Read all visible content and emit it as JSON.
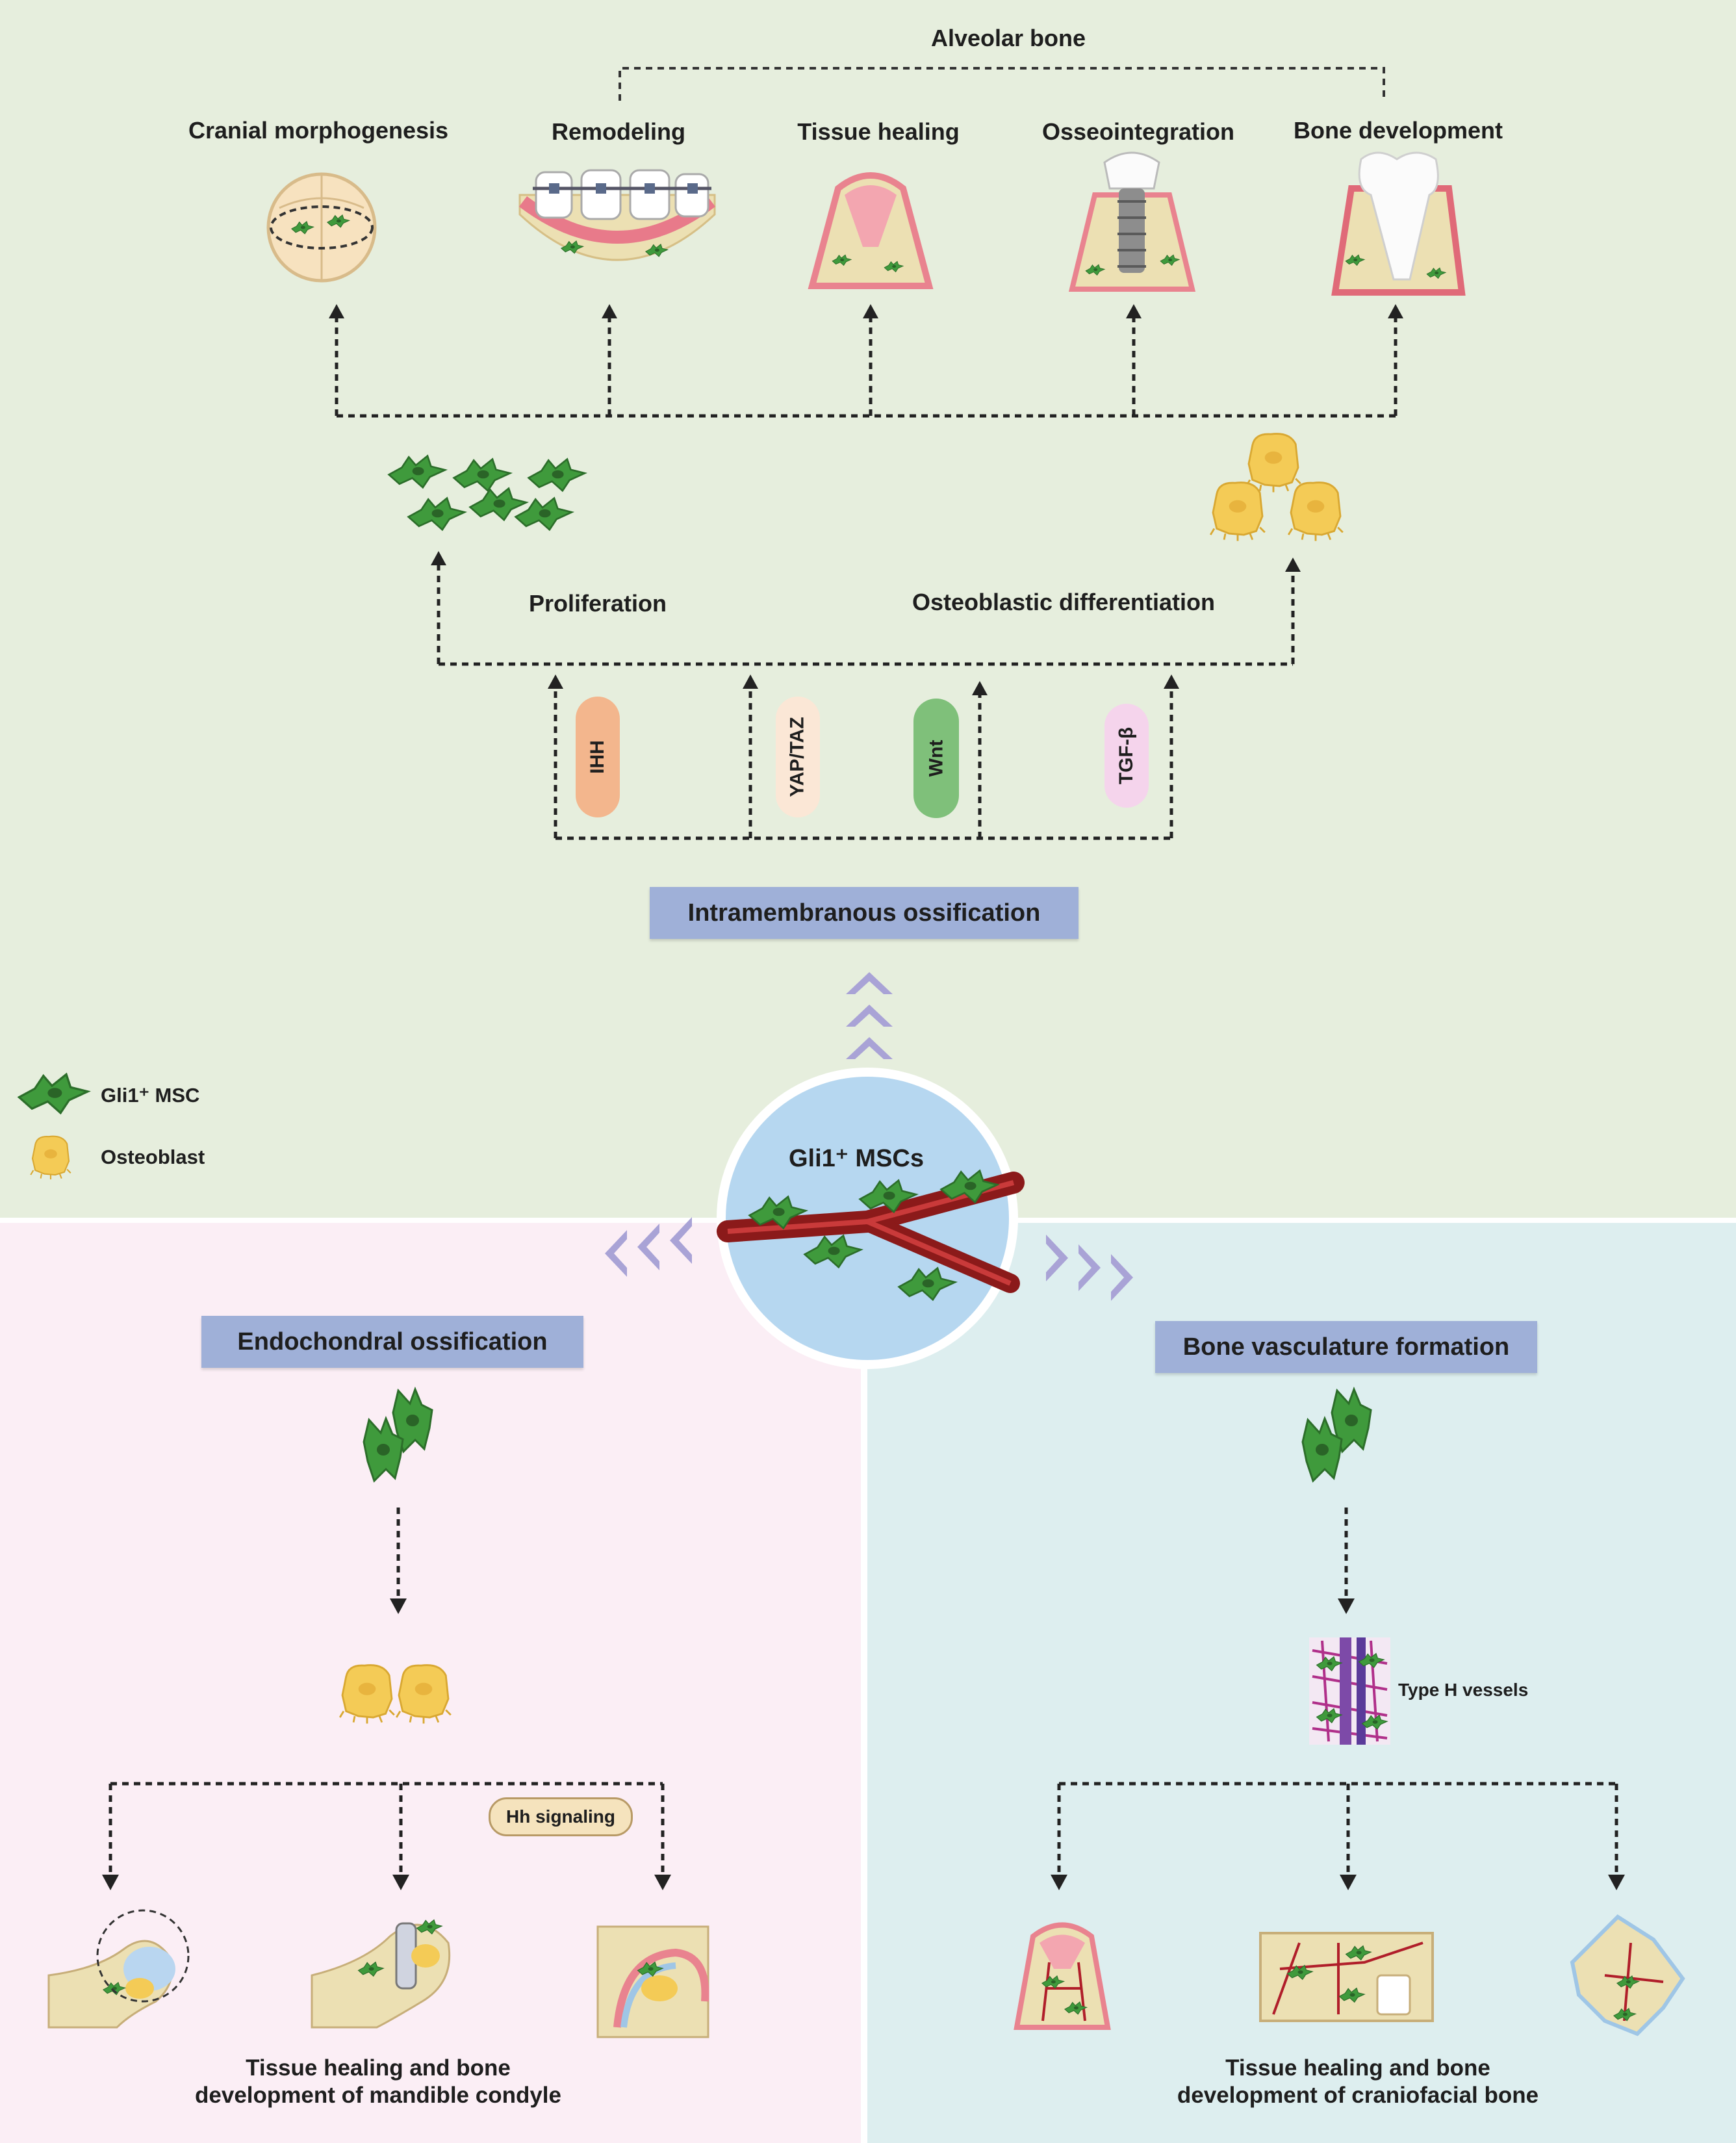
{
  "colors": {
    "top_panel": "#e6eedd",
    "left_panel": "#fbeef5",
    "right_panel": "#ddeeef",
    "label_box": "#9fb0d8",
    "msc_cell": "#3f9a3c",
    "osteoblast": "#f4cb56",
    "vessel": "#8b1a1a",
    "chevron": "#a9a3d6"
  },
  "top": {
    "group_label": "Alveolar bone",
    "outcomes": [
      {
        "label": "Cranial morphogenesis",
        "icon": "skull-icon"
      },
      {
        "label": "Remodeling",
        "icon": "orthodontic-jaw-icon"
      },
      {
        "label": "Tissue healing",
        "icon": "bone-socket-icon"
      },
      {
        "label": "Osseointegration",
        "icon": "dental-implant-icon"
      },
      {
        "label": "Bone development",
        "icon": "tooth-icon"
      }
    ],
    "proliferation": "Proliferation",
    "differentiation": "Osteoblastic differentiation",
    "pathways": [
      {
        "label": "IHH",
        "color": "#f3b68d"
      },
      {
        "label": "YAP/TAZ",
        "color": "#fbe7d6"
      },
      {
        "label": "Wnt",
        "color": "#7fc07a"
      },
      {
        "label": "TGF-β",
        "color": "#f5d4ec"
      }
    ],
    "process": "Intramembranous ossification"
  },
  "legend": {
    "msc_label": "Gli1⁺ MSC",
    "osteoblast_label": "Osteoblast"
  },
  "center": {
    "label": "Gli1⁺ MSCs"
  },
  "left": {
    "process": "Endochondral ossification",
    "signal": "Hh signaling",
    "caption_line1": "Tissue healing and bone",
    "caption_line2": "development of mandible condyle"
  },
  "right": {
    "process": "Bone vasculature formation",
    "vessels_label": "Type H vessels",
    "caption_line1": "Tissue healing and bone",
    "caption_line2": "development of craniofacial bone"
  }
}
